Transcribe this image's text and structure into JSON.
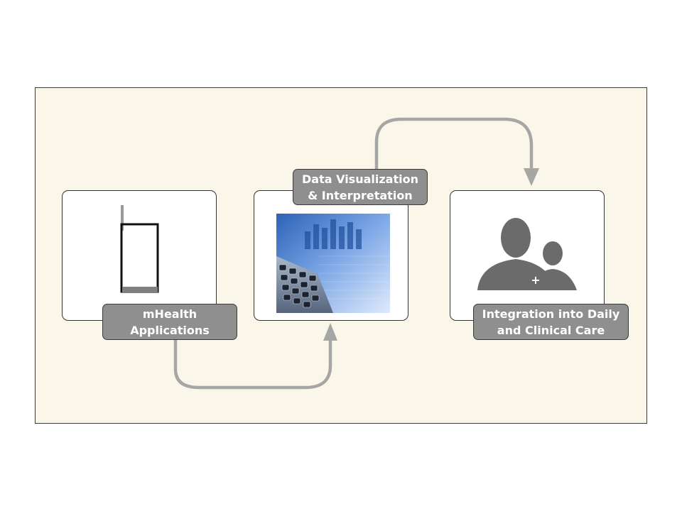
{
  "steps": [
    {
      "line1": "mHealth",
      "line2": "Applications",
      "icon": "mobile-phone-icon"
    },
    {
      "line1": "Data Visualization",
      "line2": "& Interpretation",
      "icon": "calculator-chart-image"
    },
    {
      "line1": "Integration into Daily",
      "line2": "and Clinical Care",
      "icon": "patient-doctor-icon"
    }
  ],
  "plus_symbol": "+",
  "colors": {
    "panel": "#fbf6ea",
    "label": "#8f8f8f",
    "arrow": "#a6a6a6",
    "silhouette": "#6b6b6b"
  }
}
